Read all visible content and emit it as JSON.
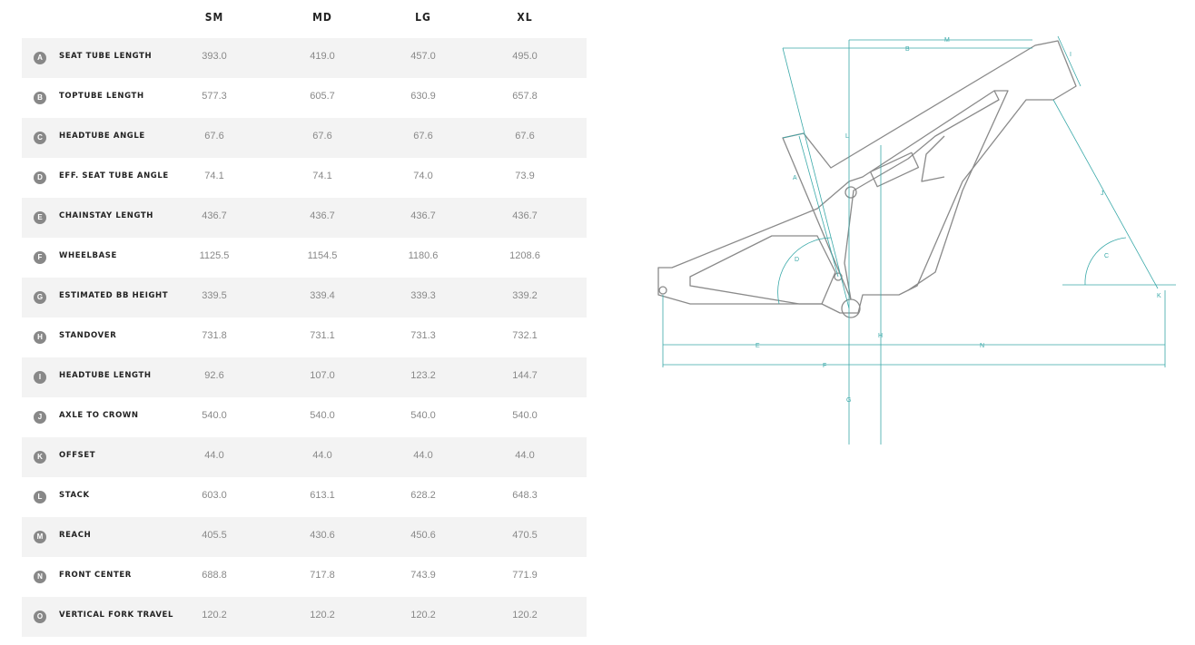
{
  "sizes": [
    "SM",
    "MD",
    "LG",
    "XL"
  ],
  "rows": [
    {
      "letter": "A",
      "label": "SEAT TUBE LENGTH",
      "values": [
        "393.0",
        "419.0",
        "457.0",
        "495.0"
      ]
    },
    {
      "letter": "B",
      "label": "TOPTUBE LENGTH",
      "values": [
        "577.3",
        "605.7",
        "630.9",
        "657.8"
      ]
    },
    {
      "letter": "C",
      "label": "HEADTUBE ANGLE",
      "values": [
        "67.6",
        "67.6",
        "67.6",
        "67.6"
      ]
    },
    {
      "letter": "D",
      "label": "EFF. SEAT TUBE ANGLE",
      "values": [
        "74.1",
        "74.1",
        "74.0",
        "73.9"
      ]
    },
    {
      "letter": "E",
      "label": "CHAINSTAY LENGTH",
      "values": [
        "436.7",
        "436.7",
        "436.7",
        "436.7"
      ]
    },
    {
      "letter": "F",
      "label": "WHEELBASE",
      "values": [
        "1125.5",
        "1154.5",
        "1180.6",
        "1208.6"
      ]
    },
    {
      "letter": "G",
      "label": "ESTIMATED BB HEIGHT",
      "values": [
        "339.5",
        "339.4",
        "339.3",
        "339.2"
      ]
    },
    {
      "letter": "H",
      "label": "STANDOVER",
      "values": [
        "731.8",
        "731.1",
        "731.3",
        "732.1"
      ]
    },
    {
      "letter": "I",
      "label": "HEADTUBE LENGTH",
      "values": [
        "92.6",
        "107.0",
        "123.2",
        "144.7"
      ]
    },
    {
      "letter": "J",
      "label": "AXLE TO CROWN",
      "values": [
        "540.0",
        "540.0",
        "540.0",
        "540.0"
      ]
    },
    {
      "letter": "K",
      "label": "OFFSET",
      "values": [
        "44.0",
        "44.0",
        "44.0",
        "44.0"
      ]
    },
    {
      "letter": "L",
      "label": "STACK",
      "values": [
        "603.0",
        "613.1",
        "628.2",
        "648.3"
      ]
    },
    {
      "letter": "M",
      "label": "REACH",
      "values": [
        "405.5",
        "430.6",
        "450.6",
        "470.5"
      ]
    },
    {
      "letter": "N",
      "label": "FRONT CENTER",
      "values": [
        "688.8",
        "717.8",
        "743.9",
        "771.9"
      ]
    },
    {
      "letter": "O",
      "label": "VERTICAL FORK TRAVEL",
      "values": [
        "120.2",
        "120.2",
        "120.2",
        "120.2"
      ]
    }
  ],
  "colors": {
    "dimension": "#3aa9a9",
    "frame": "#8a8a8a",
    "badge": "#888888",
    "row_shade": "#f3f3f3"
  }
}
